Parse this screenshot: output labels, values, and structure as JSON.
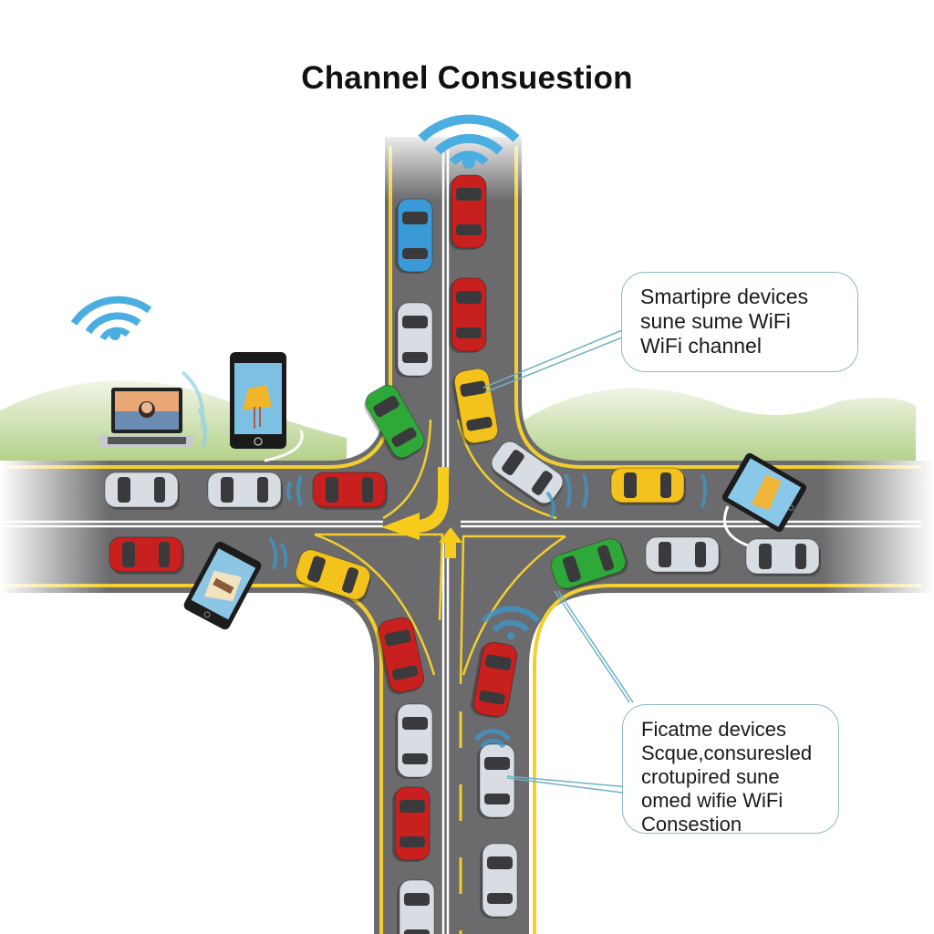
{
  "title": "Channel Consuestion",
  "callouts": {
    "top": {
      "lines": [
        "Smartipre devices",
        "sune sume WiFi",
        "WiFi channel"
      ]
    },
    "bottom": {
      "lines": [
        "Ficatme devices",
        "Scque,consuresled",
        "crotupired sune",
        "omed wifie WiFi",
        "Consestion"
      ]
    }
  },
  "icons": {
    "router_wifi": "wifi-signal-icon",
    "left_wifi": "wifi-signal-icon"
  },
  "devices": [
    "laptop",
    "smartphone",
    "tablet-left",
    "tablet-right"
  ],
  "colors": {
    "road": "#6b6b6d",
    "lane_yellow": "#f2cf2e",
    "lane_white": "#ffffff",
    "wifi_blue": "#4aaee0",
    "grass": "#a9c97a",
    "callout_border": "#8fb8c6",
    "arrow": "#f7cc1a",
    "car_red": "#c8201e",
    "car_blue": "#3a9ad8",
    "car_green": "#2fa83a",
    "car_yellow": "#f3c21c",
    "car_silver": "#d7dde3"
  },
  "cars": [
    {
      "id": "n1",
      "color": "car_blue"
    },
    {
      "id": "n2",
      "color": "car_silver"
    },
    {
      "id": "n3",
      "color": "car_green"
    },
    {
      "id": "n4",
      "color": "car_red"
    },
    {
      "id": "n5",
      "color": "car_red"
    },
    {
      "id": "n6",
      "color": "car_yellow"
    },
    {
      "id": "w1",
      "color": "car_silver"
    },
    {
      "id": "w2",
      "color": "car_silver"
    },
    {
      "id": "w3",
      "color": "car_red"
    },
    {
      "id": "w4",
      "color": "car_red"
    },
    {
      "id": "w5",
      "color": "car_yellow"
    },
    {
      "id": "e1",
      "color": "car_silver"
    },
    {
      "id": "e2",
      "color": "car_yellow"
    },
    {
      "id": "e3",
      "color": "car_green"
    },
    {
      "id": "e4",
      "color": "car_silver"
    },
    {
      "id": "e5",
      "color": "car_silver"
    },
    {
      "id": "s1",
      "color": "car_red"
    },
    {
      "id": "s2",
      "color": "car_silver"
    },
    {
      "id": "s3",
      "color": "car_red"
    },
    {
      "id": "s4",
      "color": "car_silver"
    },
    {
      "id": "s5",
      "color": "car_red"
    },
    {
      "id": "s6",
      "color": "car_silver"
    },
    {
      "id": "s7",
      "color": "car_silver"
    }
  ]
}
